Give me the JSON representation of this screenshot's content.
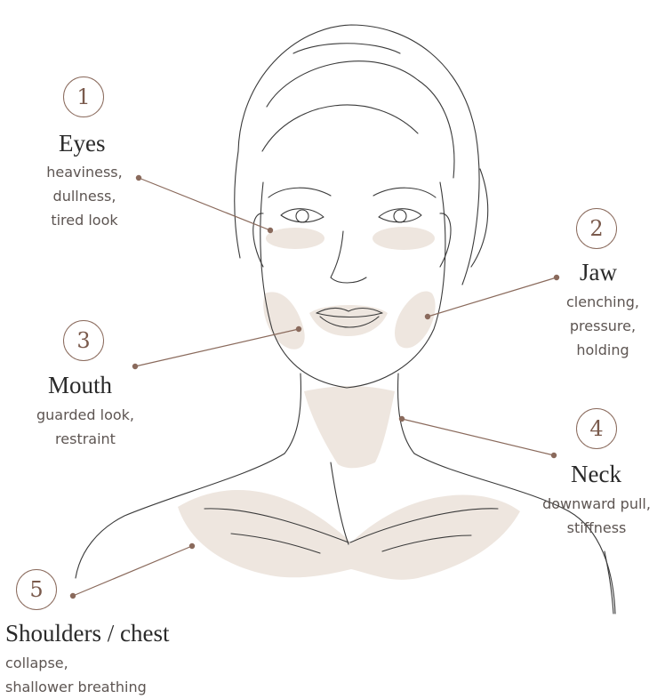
{
  "colors": {
    "accent": "#8a6a5c",
    "highlight": "#eee6df",
    "sketch": "#3a3a3a"
  },
  "icons": [
    "face-illustration"
  ],
  "regions": [
    {
      "id": "eyes",
      "number": "1",
      "title": "Eyes",
      "lines": [
        "heaviness,",
        "dullness,",
        "tired look"
      ]
    },
    {
      "id": "jaw",
      "number": "2",
      "title": "Jaw",
      "lines": [
        "clenching,",
        "pressure,",
        "holding"
      ]
    },
    {
      "id": "mouth",
      "number": "3",
      "title": "Mouth",
      "lines": [
        "guarded look,",
        "restraint"
      ]
    },
    {
      "id": "neck",
      "number": "4",
      "title": "Neck",
      "lines": [
        "downward pull,",
        "stiffness"
      ]
    },
    {
      "id": "shoulders",
      "number": "5",
      "title": "Shoulders / chest",
      "lines": [
        "collapse,",
        "shallower breathing"
      ]
    }
  ]
}
